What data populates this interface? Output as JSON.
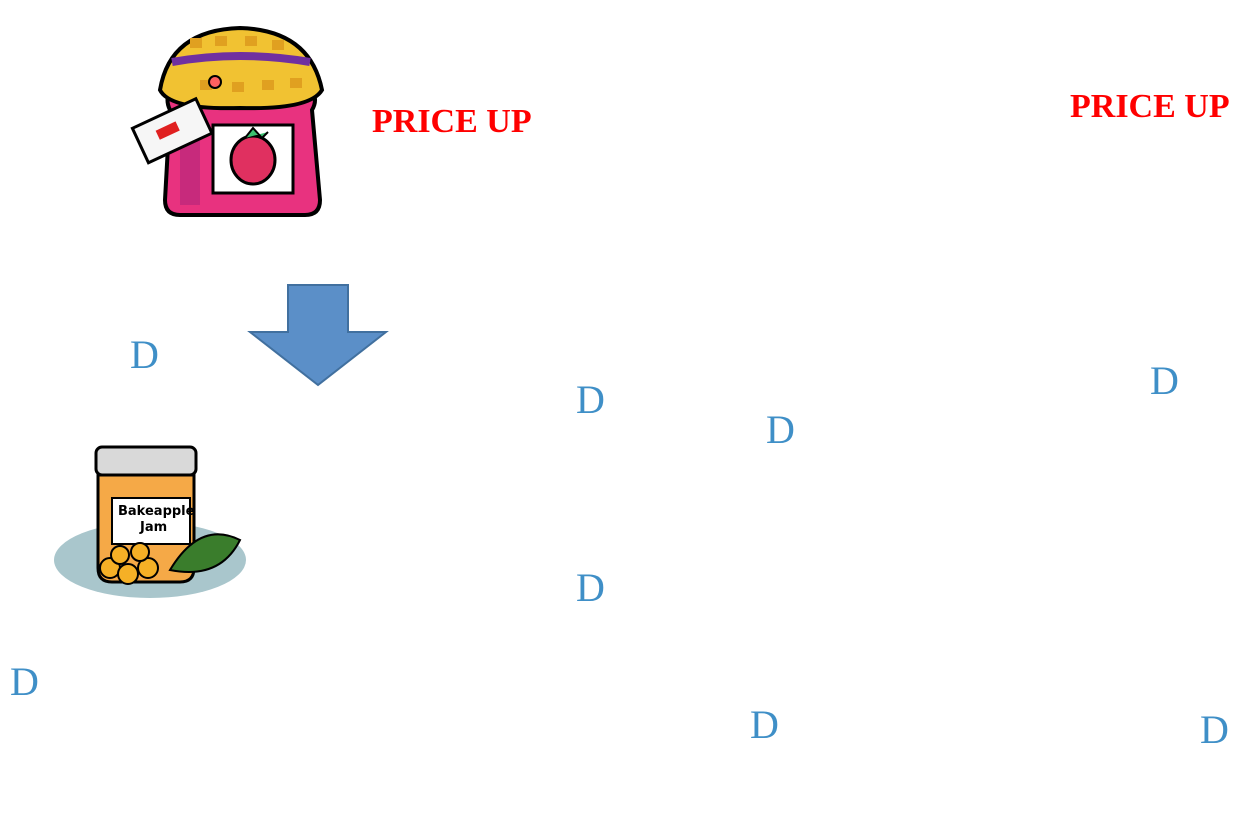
{
  "left_panel": {
    "price_label": "PRICE UP",
    "jar_label_line1": "Bakeapple",
    "jar_label_line2": "Jam",
    "d_labels": [
      "D",
      "D",
      "D",
      "D"
    ]
  },
  "right_panel": {
    "price_label": "PRICE UP",
    "d_labels": [
      "D",
      "D",
      "D",
      "D"
    ]
  },
  "colors": {
    "price_text": "#ff0000",
    "d_text": "#3f8fc7",
    "big_arrow": "#5b8fc8",
    "small_arrow": "#6b97cf"
  }
}
